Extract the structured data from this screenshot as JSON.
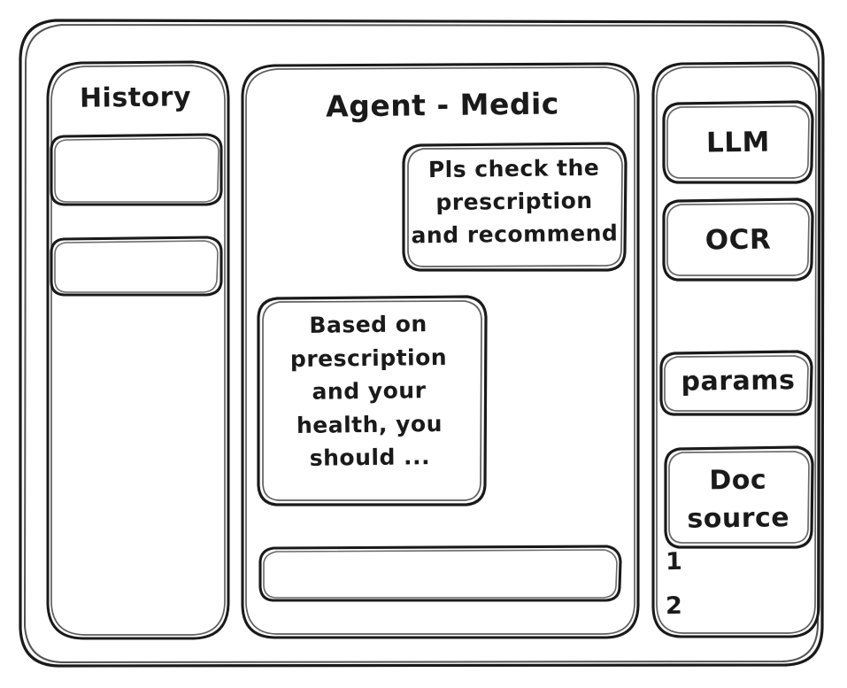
{
  "window": {
    "title": "Agent - Medic",
    "style": "hand-drawn wireframe",
    "stroke_color": "#1a1a1a",
    "background_color": "#ffffff"
  },
  "sidebar_left": {
    "heading": "History",
    "items": [
      {
        "label": "",
        "name": "history-item-1"
      },
      {
        "label": "",
        "name": "history-item-2"
      }
    ]
  },
  "main": {
    "title": "Agent - Medic",
    "messages": [
      {
        "role": "user",
        "align": "right",
        "text": "Pls check the\nprescription\nand recommend"
      },
      {
        "role": "agent",
        "align": "left",
        "text": "Based on\nprescription\nand your\nhealth, you\nshould ..."
      }
    ],
    "composer": {
      "value": "",
      "placeholder": ""
    }
  },
  "sidebar_right": {
    "buttons": [
      {
        "label": "LLM",
        "name": "llm-button"
      },
      {
        "label": "OCR",
        "name": "ocr-button"
      },
      {
        "label": "params",
        "name": "params-button"
      }
    ],
    "doc_source": {
      "label": "Doc\nsource",
      "entries": [
        "1",
        "2"
      ]
    }
  }
}
